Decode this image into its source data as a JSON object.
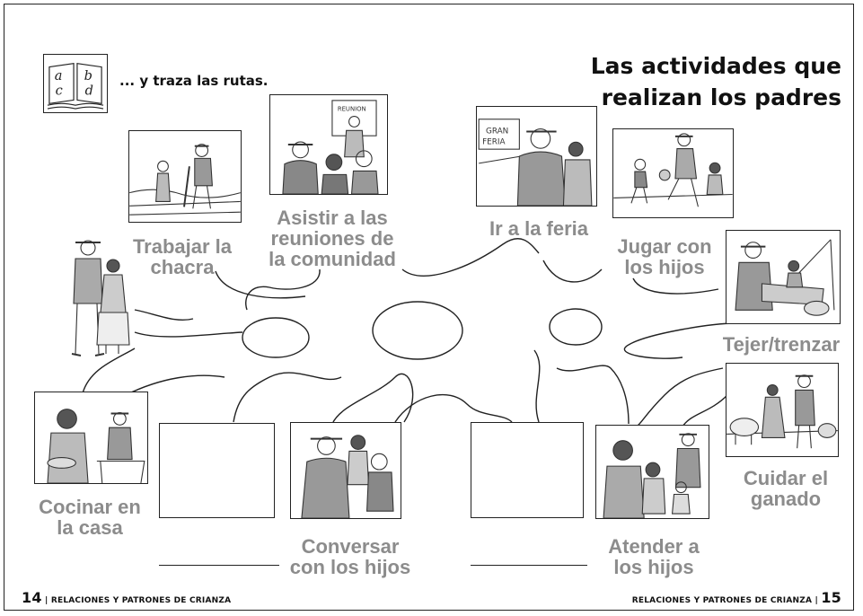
{
  "instruction": "... y traza las rutas.",
  "title_line1": "Las actividades que",
  "title_line2": "realizan los padres",
  "book_icon_letters": [
    "a",
    "b",
    "c",
    "d"
  ],
  "activities": {
    "trabajar": [
      "Trabajar la",
      "chacra"
    ],
    "asistir": [
      "Asistir a las",
      "reuniones de",
      "la comunidad"
    ],
    "feria": [
      "Ir a la feria"
    ],
    "jugar": [
      "Jugar con",
      "los hijos"
    ],
    "tejer": [
      "Tejer/trenzar"
    ],
    "cuidar": [
      "Cuidar el",
      "ganado"
    ],
    "cocinar": [
      "Cocinar en",
      "la casa"
    ],
    "conversar": [
      "Conversar",
      "con los hijos"
    ],
    "atender": [
      "Atender a",
      "los hijos"
    ]
  },
  "picture_signs": {
    "reunion_sign": "REUNION",
    "feria_sign_line1": "GRAN",
    "feria_sign_line2": "FERIA"
  },
  "footer": {
    "left_page": "14",
    "left_text": "RELACIONES Y PATRONES DE CRIANZA",
    "right_text": "RELACIONES Y PATRONES DE CRIANZA",
    "right_page": "15"
  }
}
